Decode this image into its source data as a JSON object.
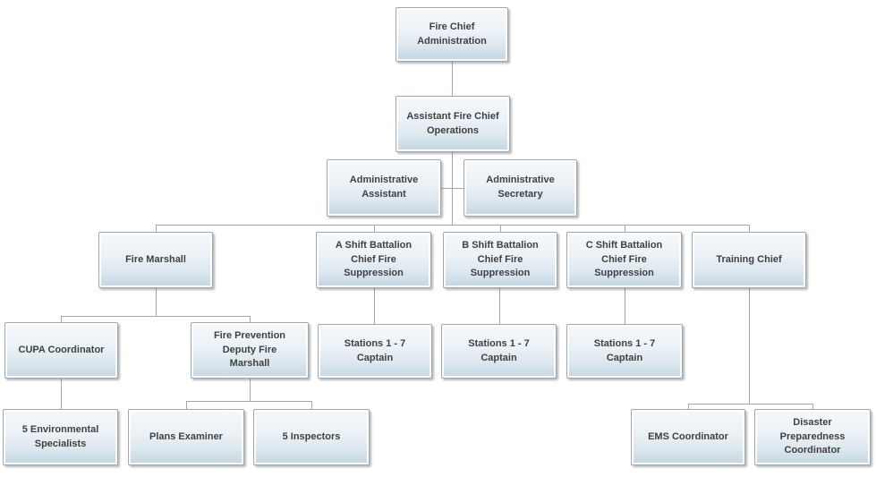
{
  "diagram": {
    "type": "org-chart",
    "colors": {
      "background": "#ffffff",
      "node_fill_top": "#f6f9fb",
      "node_fill_bottom": "#c3d5e2",
      "node_border": "#a1a9af",
      "node_inner_stroke": "#ffffff",
      "connector": "#a6a6a6",
      "text": "#3f4142"
    },
    "nodes": {
      "fire_chief": {
        "label": [
          "Fire Chief",
          "Administration"
        ],
        "reports_to": null
      },
      "assistant_chief": {
        "label": [
          "Assistant Fire Chief",
          "Operations"
        ],
        "reports_to": "fire_chief"
      },
      "admin_assistant": {
        "label": [
          "Administrative",
          "Assistant"
        ],
        "reports_to": "assistant_chief"
      },
      "admin_secretary": {
        "label": [
          "Administrative",
          "Secretary"
        ],
        "reports_to": "assistant_chief"
      },
      "fire_marshall": {
        "label": [
          "Fire Marshall"
        ],
        "reports_to": "assistant_chief"
      },
      "a_shift": {
        "label": [
          "A Shift Battalion",
          "Chief Fire",
          "Suppression"
        ],
        "reports_to": "assistant_chief"
      },
      "b_shift": {
        "label": [
          "B Shift Battalion",
          "Chief Fire",
          "Suppression"
        ],
        "reports_to": "assistant_chief"
      },
      "c_shift": {
        "label": [
          "C Shift Battalion",
          "Chief Fire",
          "Suppression"
        ],
        "reports_to": "assistant_chief"
      },
      "training_chief": {
        "label": [
          "Training Chief"
        ],
        "reports_to": "assistant_chief"
      },
      "cupa": {
        "label": [
          "CUPA Coordinator"
        ],
        "reports_to": "fire_marshall"
      },
      "fire_prevention": {
        "label": [
          "Fire Prevention",
          "Deputy Fire",
          "Marshall"
        ],
        "reports_to": "fire_marshall"
      },
      "stations_a": {
        "label": [
          "Stations 1 - 7",
          "Captain"
        ],
        "reports_to": "a_shift"
      },
      "stations_b": {
        "label": [
          "Stations 1 - 7",
          "Captain"
        ],
        "reports_to": "b_shift"
      },
      "stations_c": {
        "label": [
          "Stations 1 - 7",
          "Captain"
        ],
        "reports_to": "c_shift"
      },
      "env_specialists": {
        "label": [
          "5 Environmental",
          "Specialists"
        ],
        "reports_to": "cupa"
      },
      "plans_examiner": {
        "label": [
          "Plans Examiner"
        ],
        "reports_to": "fire_prevention"
      },
      "inspectors": {
        "label": [
          "5 Inspectors"
        ],
        "reports_to": "fire_prevention"
      },
      "ems": {
        "label": [
          "EMS Coordinator"
        ],
        "reports_to": "training_chief"
      },
      "disaster": {
        "label": [
          "Disaster",
          "Preparedness",
          "Coordinator"
        ],
        "reports_to": "training_chief"
      }
    }
  }
}
